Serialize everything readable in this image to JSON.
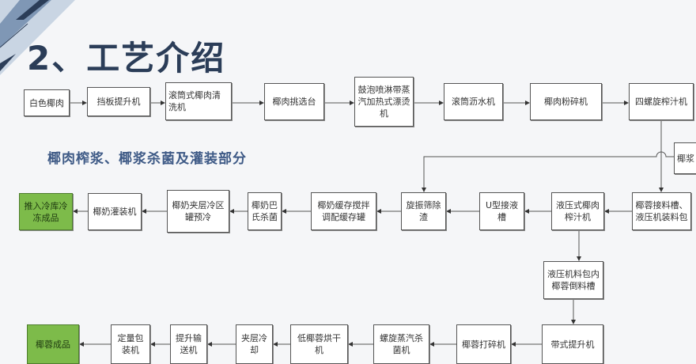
{
  "title": "2、工艺介绍",
  "subtitle": "椰肉榨浆、椰浆杀菌及灌装部分",
  "row1": [
    "白色椰肉",
    "挡板提升机",
    "滚筒式椰肉清洗机",
    "椰肉挑选台",
    "鼓泡喷淋带蒸汽加热式漂烫机",
    "滚筒沥水机",
    "椰肉粉碎机",
    "四螺旋榨汁机"
  ],
  "side_box": "椰浆",
  "row2": [
    "推入冷库冷冻成品",
    "椰奶灌装机",
    "椰奶夹层冷区罐预冷",
    "椰奶巴氏杀菌",
    "椰奶缓存搅拌调配缓存罐",
    "旋振筛除渣",
    "U型接液槽",
    "液压式椰肉榨汁机",
    "椰蓉接料槽、液压机装料包"
  ],
  "middle_box": "液压机料包内椰蓉倒料槽",
  "row3": [
    "椰蓉成品",
    "定量包装机",
    "提升输送机",
    "夹层冷却",
    "低椰蓉烘干机",
    "螺旋蒸汽杀菌机",
    "椰蓉打碎机",
    "带式提升机"
  ],
  "colors": {
    "title": "#2b3d58",
    "subtitle": "#3e5a86",
    "final_product": "#7dbb4a"
  }
}
